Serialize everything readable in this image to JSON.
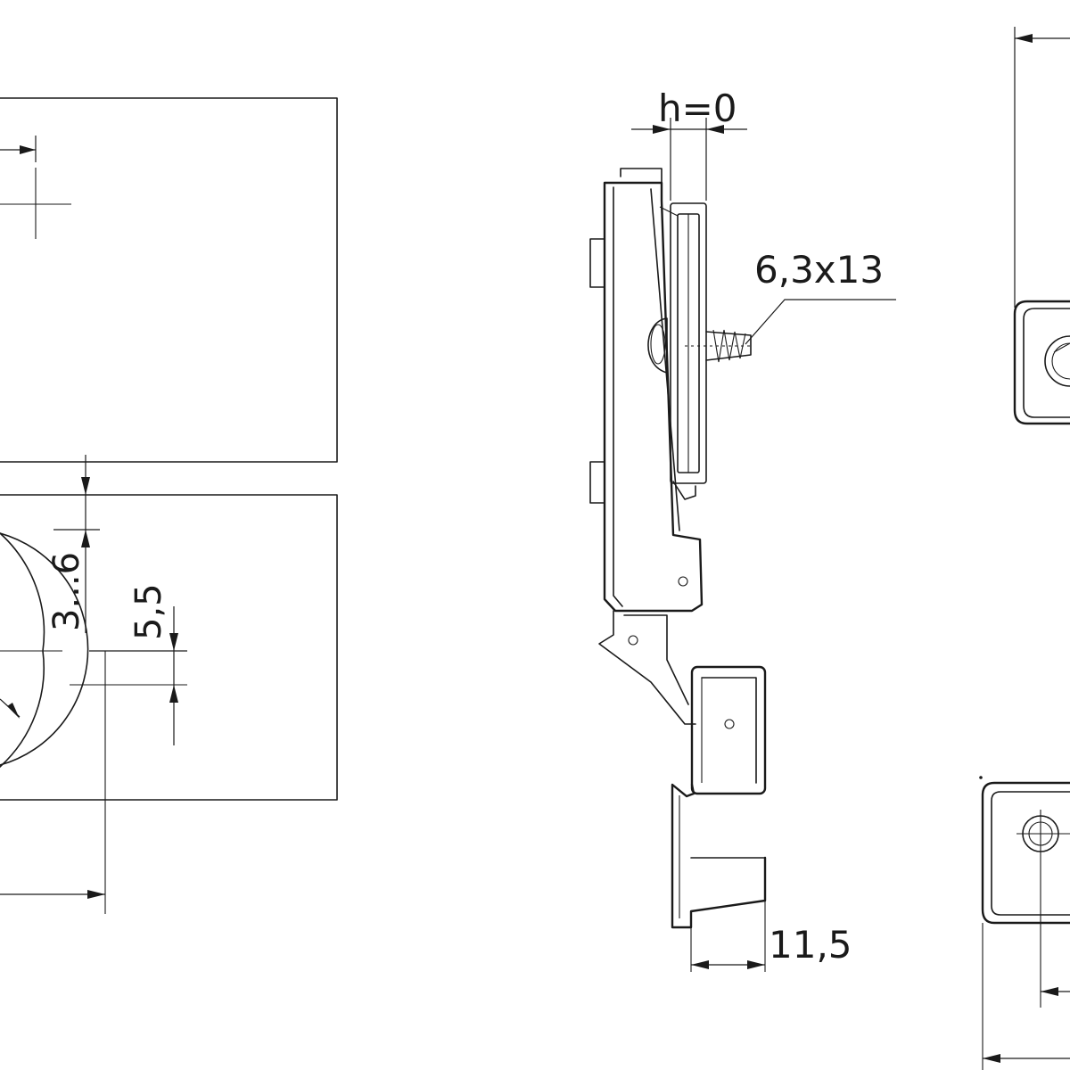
{
  "dimensions": {
    "overlay_h": "h=0",
    "screw": "6,3x13",
    "gap_range": "3...6",
    "offset": "5,5",
    "depth": "11,5"
  }
}
